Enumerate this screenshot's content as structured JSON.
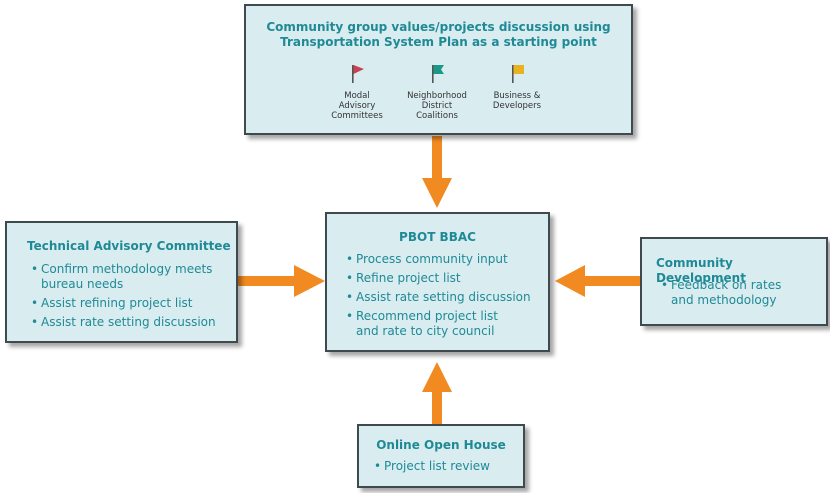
{
  "top_box": {
    "title_line1": "Community group values/projects discussion using",
    "title_line2": "Transportation System Plan as a starting point",
    "groups": [
      {
        "label_lines": [
          "Modal",
          "Advisory",
          "Committees"
        ],
        "flag_color": "#c8414f",
        "icon": "flag-icon"
      },
      {
        "label_lines": [
          "Neighborhood",
          "District",
          "Coalitions"
        ],
        "flag_color": "#1a9a86",
        "icon": "flag-icon"
      },
      {
        "label_lines": [
          "Business &",
          "Developers"
        ],
        "flag_color": "#e9b21f",
        "icon": "flag-icon"
      }
    ]
  },
  "center_box": {
    "title": "PBOT BBAC",
    "items": [
      "Process community input",
      "Refine project list",
      "Assist rate setting discussion",
      "Recommend project list and rate to city council"
    ]
  },
  "left_box": {
    "title": "Technical Advisory Committee",
    "items": [
      "Confirm methodology meets bureau needs",
      "Assist refining project list",
      "Assist rate setting discussion"
    ]
  },
  "right_box": {
    "title": "Community Development",
    "items": [
      "Feedback on rates and methodology"
    ]
  },
  "bottom_box": {
    "title": "Online Open House",
    "items": [
      "Project list review"
    ]
  },
  "colors": {
    "box_fill": "#d9ecef",
    "text_teal": "#1f8a96",
    "arrow_orange": "#f28a22"
  }
}
